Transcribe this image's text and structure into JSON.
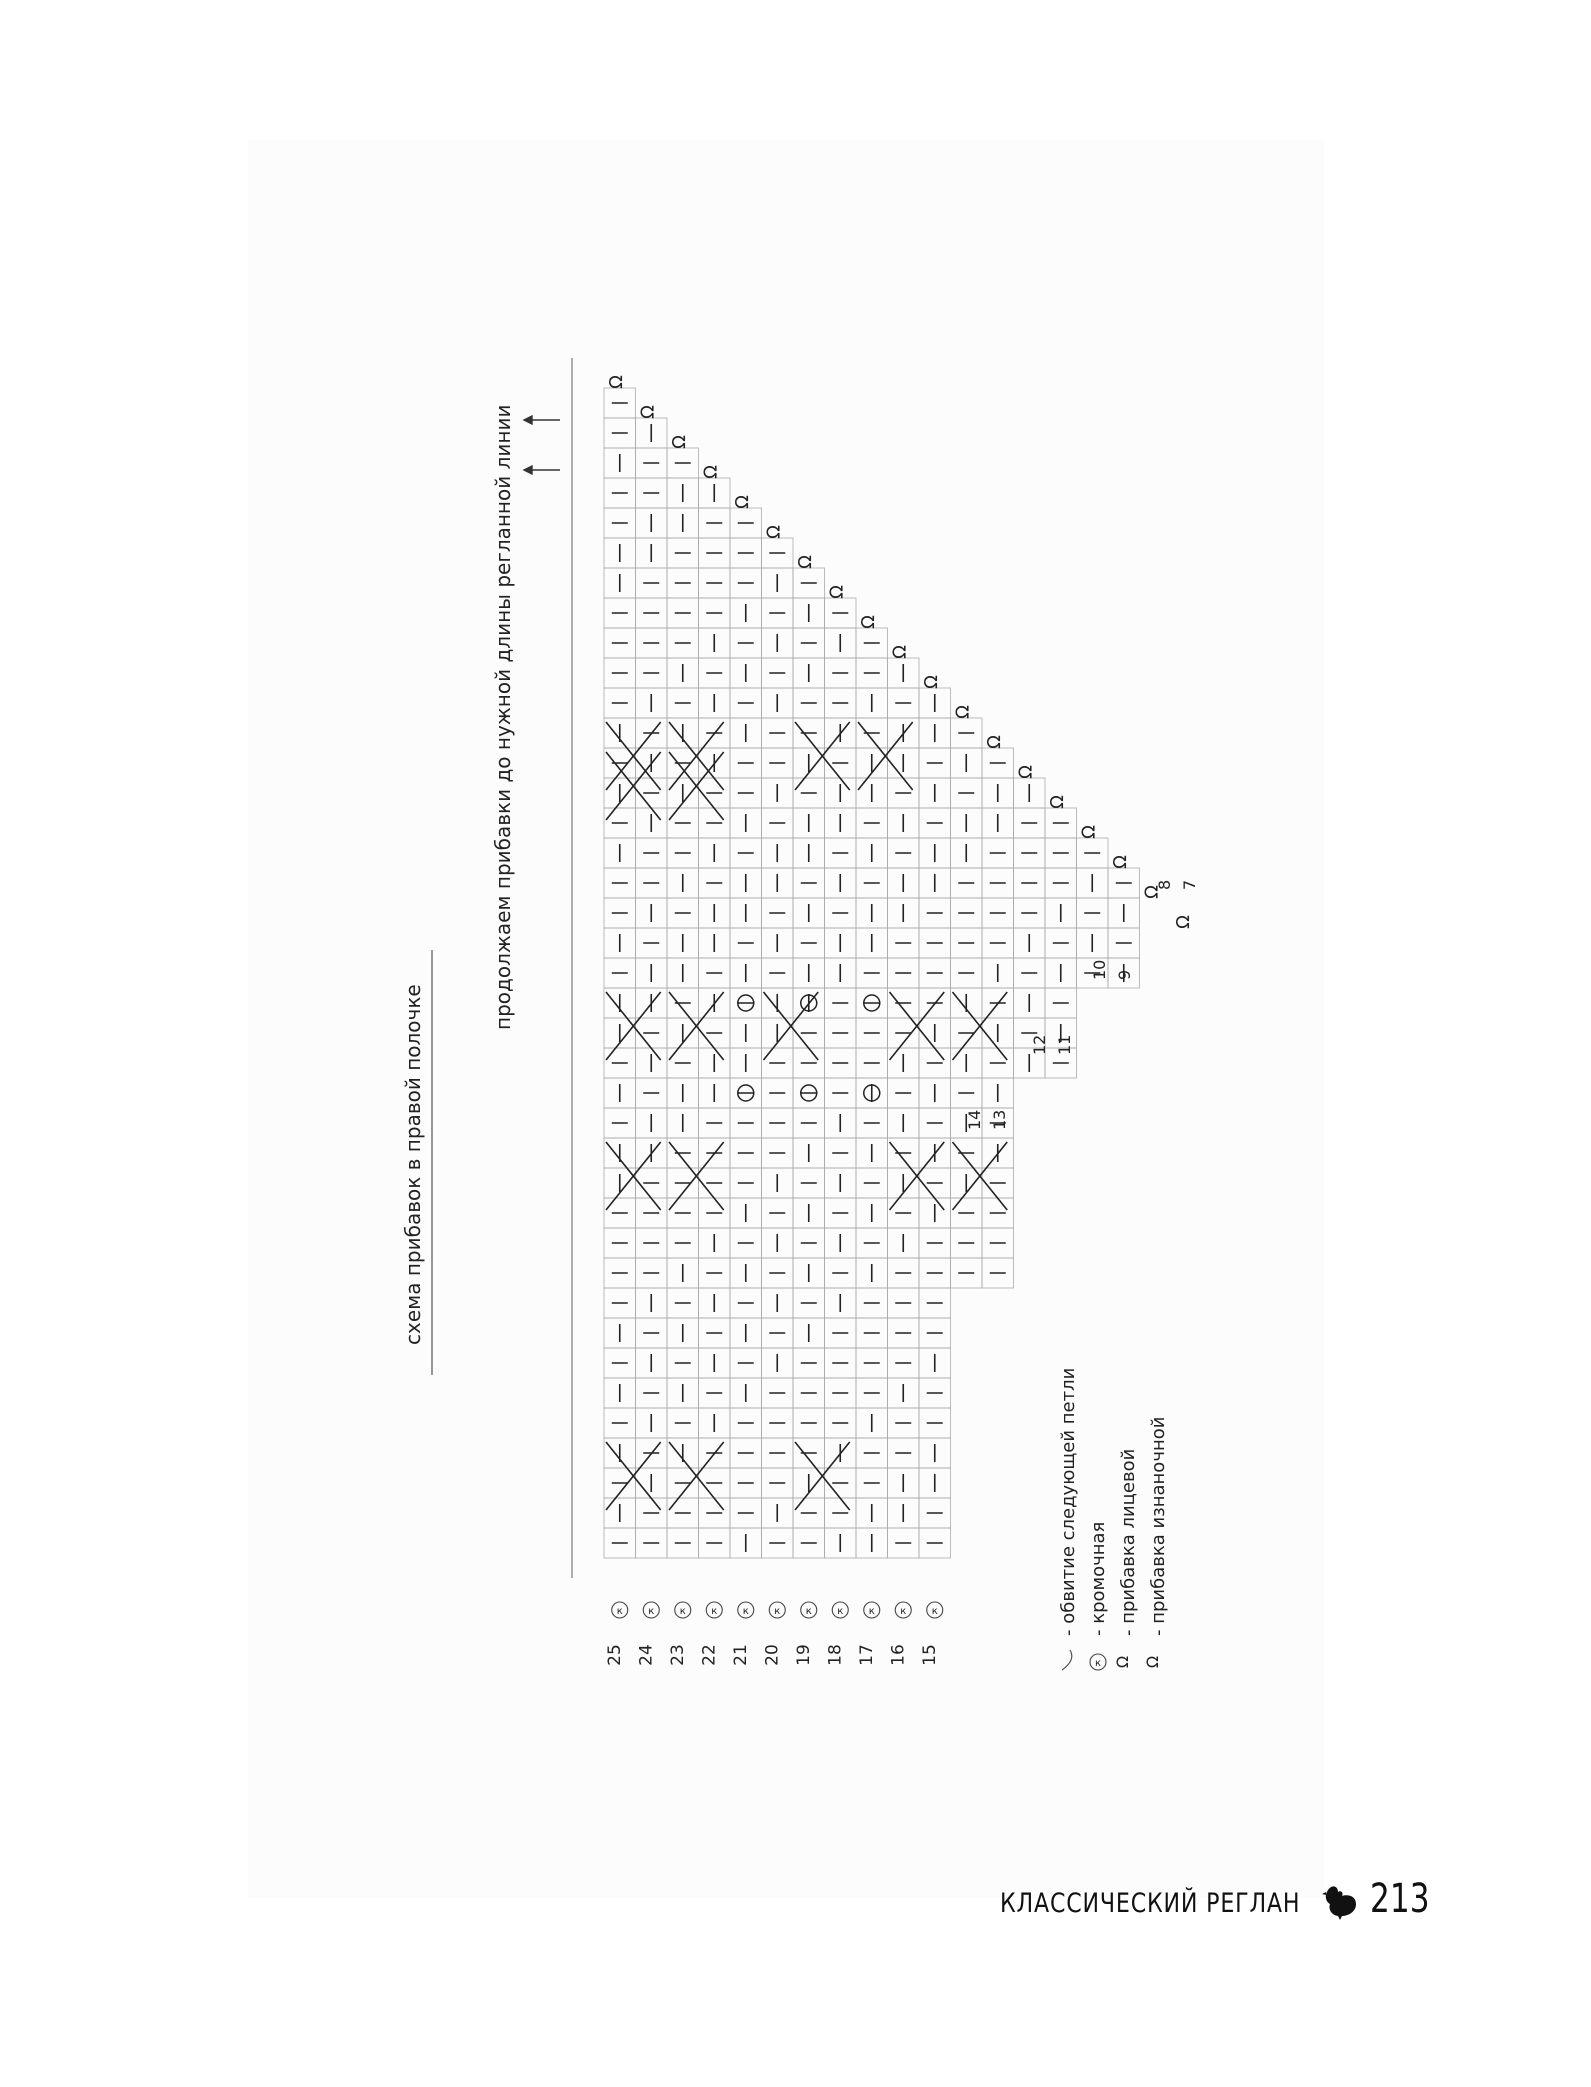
{
  "title": "схема прибавок в правой полочке",
  "note": "продолжаем прибавки до нужной длины регланной линии",
  "row_numbers_left": [
    "25",
    "24",
    "23",
    "22",
    "21",
    "20",
    "19",
    "18",
    "17",
    "16",
    "15"
  ],
  "row_labels_steps": [
    "14",
    "13",
    "12",
    "11",
    "10",
    "9",
    "8",
    "7"
  ],
  "edge_symbol": "к",
  "legend": [
    {
      "symbol": "wrap",
      "label": "- обвитие следующей петли"
    },
    {
      "symbol": "edge",
      "label": "- кромочная"
    },
    {
      "symbol": "inc-knit",
      "label": "- прибавка лицевой"
    },
    {
      "symbol": "inc-purl",
      "label": "- прибавка изнаночной"
    }
  ],
  "footer": {
    "section_title": "КЛАССИЧЕСКИЙ РЕГЛАН",
    "page_number": "213",
    "icon": "hen-icon"
  }
}
